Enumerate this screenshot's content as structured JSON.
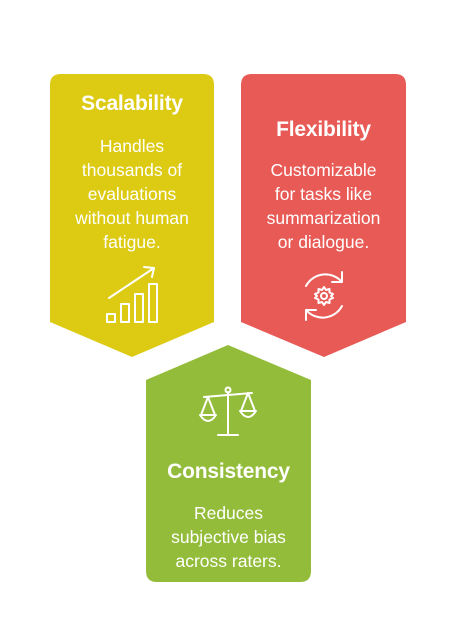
{
  "cards": {
    "scalability": {
      "title": "Scalability",
      "description": "Handles\nthousands of\nevaluations\nwithout human\nfatigue.",
      "color": "#dcca13",
      "icon": "growth-chart-icon"
    },
    "flexibility": {
      "title": "Flexibility",
      "description": "Customizable\nfor tasks like\nsummarization\nor dialogue.",
      "color": "#e85a55",
      "icon": "gear-cycle-icon"
    },
    "consistency": {
      "title": "Consistency",
      "description": "Reduces\nsubjective bias\nacross raters.",
      "color": "#93bc3b",
      "icon": "balance-scale-icon"
    }
  }
}
